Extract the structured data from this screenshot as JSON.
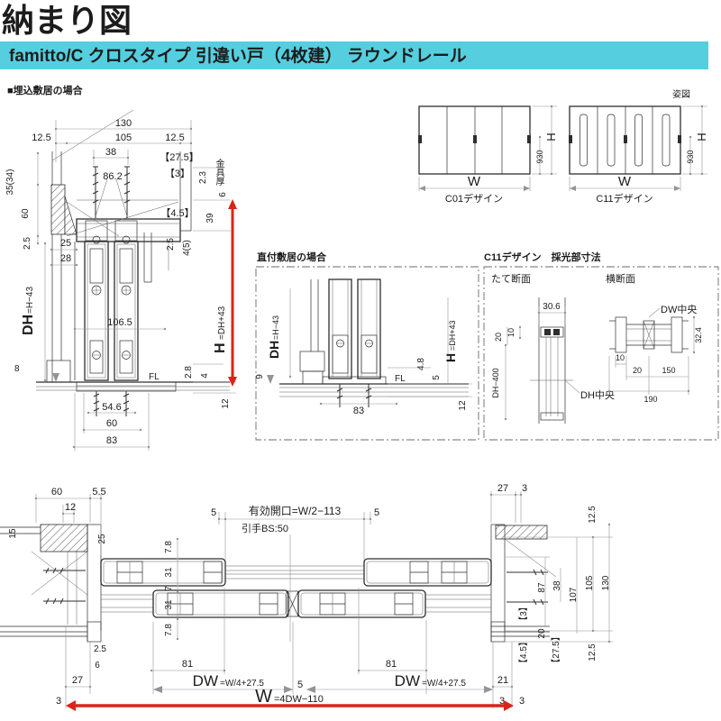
{
  "colors": {
    "banner": "#55cfdf",
    "red": "#d8251b",
    "line": "#2e2e2e",
    "dim": "#949494"
  },
  "header": {
    "title": "納まり図",
    "banner": "famitto/C クロスタイプ 引違い戸（4枚建） ラウンドレール",
    "section_label": "■埋込敷居の場合",
    "sugata": "姿図"
  },
  "elev": {
    "c01_label": "C01デザイン",
    "c11_label": "C11デザイン",
    "w": "W",
    "h": "H",
    "h930": "930"
  },
  "vs": {
    "d130": "130",
    "d125l": "12.5",
    "d105": "105",
    "d125r": "12.5",
    "d38": "38",
    "b275": "【27.5】",
    "d862": "86.2",
    "b3": "【3】",
    "d23": "2.3",
    "kanagu": "金具厚",
    "d6": "6",
    "b45": "【4.5】",
    "d39": "39",
    "d3534": "35(34)",
    "d60": "60",
    "d25side": "2.5",
    "d25": "25",
    "d28": "28",
    "d25r": "2.5",
    "d45": "4(5)",
    "dh_main": "DH",
    "dh_sub": "=H−43",
    "h_main": "H",
    "h_sub": "=DH+43",
    "d1065": "106.5",
    "d8": "8",
    "fl": "FL",
    "d28b": "2.8",
    "d4": "4",
    "d12": "12",
    "d546": "54.6",
    "d60b": "60",
    "d83": "83"
  },
  "choku": {
    "title": "直付敷居の場合",
    "dh_main": "DH",
    "dh_sub": "=H−43",
    "h_main": "H",
    "h_sub": "=DH+43",
    "d9": "9",
    "d48": "4.8",
    "d5": "5",
    "fl": "FL",
    "d12": "12",
    "d83": "83"
  },
  "c11d": {
    "title": "C11デザイン　採光部寸法",
    "tate": "たて断面",
    "yoko": "横断面",
    "d306": "30.6",
    "d10": "10",
    "d20": "20",
    "dh400": "DH−400",
    "dh_center": "DH中央",
    "dw_center": "DW中央",
    "d324": "32.4",
    "d10b": "10",
    "d20b": "20",
    "d150": "150",
    "d190": "190"
  },
  "hs": {
    "d60": "60",
    "d55": "5.5",
    "d12": "12",
    "d15": "15",
    "d25v": "25",
    "d5l": "5",
    "kaiko": "有効開口=W/2−113",
    "d5r": "5",
    "hikite": "引手BS:50",
    "d27t": "27",
    "d3t": "3",
    "d125t": "12.5",
    "d78t": "7.8",
    "d31t": "31",
    "d7": "7",
    "d31b": "31",
    "d78b": "7.8",
    "b3": "【3】",
    "d87": "87",
    "d38": "38",
    "d107": "107",
    "d105": "105",
    "d130": "130",
    "d20": "20",
    "b275": "【27.5】",
    "b45": "【4.5】",
    "d125b": "12.5",
    "d25b": "2.5",
    "d6": "6",
    "d27b": "27",
    "d3bl": "3",
    "d81l": "81",
    "dw_main": "DW",
    "dw_sub": "=W/4+27.5",
    "d5c": "5",
    "d81r": "81",
    "d21": "21",
    "d3r1": "3",
    "d3r2": "3",
    "w_main": "W",
    "w_sub": "=4DW−110"
  }
}
